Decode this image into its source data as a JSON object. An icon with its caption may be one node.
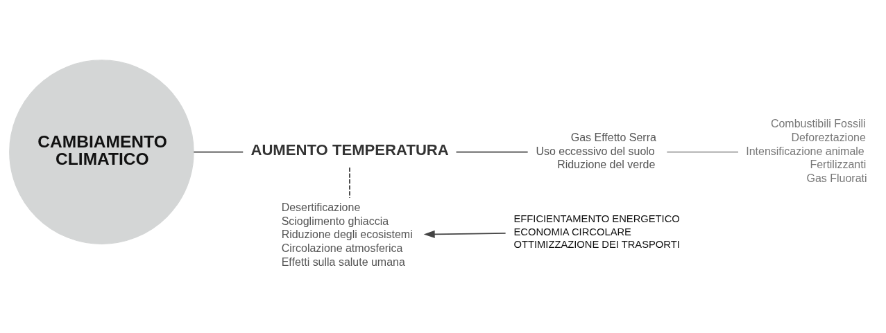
{
  "diagram": {
    "nodes": [
      {
        "text": [
          "CAMBIAMENTO CLIMATICO"
        ]
      },
      {
        "text": [
          "AUMENTO TEMPERATURA"
        ]
      },
      {
        "text": [
          "Gas Effetto Serra",
          "Uso eccessivo del suolo",
          "Riduzione del verde"
        ]
      },
      {
        "text": [
          "Combustibili Fossili",
          "Deforeztazione",
          "Intensificazione animale",
          "Fertilizzanti",
          "Gas Fluorati"
        ]
      },
      {
        "text": [
          "Desertificazione",
          "Scioglimento ghiaccia",
          "Riduzione degli ecosistemi",
          "Circolazione atmosferica",
          "Effetti sulla salute umana"
        ]
      },
      {
        "text": [
          "EFFICIENTAMENTO ENERGETICO",
          "ECONOMIA CIRCOLARE",
          "OTTIMIZZAZIONE DEI TRASPORTI"
        ]
      }
    ],
    "edges": [
      {
        "from": 0,
        "to": 1,
        "arrow": "none"
      },
      {
        "from": 1,
        "to": 2,
        "arrow": "none"
      },
      {
        "from": 2,
        "to": 3,
        "arrow": "none",
        "color": "#9a9a9a"
      },
      {
        "from": 1,
        "to": 4,
        "arrow": "none",
        "style": "dashed"
      },
      {
        "from": 5,
        "to": 4,
        "arrow": "to"
      }
    ]
  }
}
